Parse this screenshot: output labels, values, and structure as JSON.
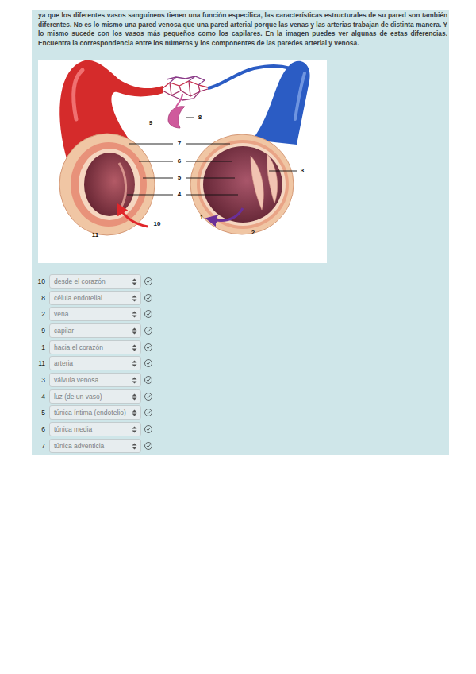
{
  "diagram": {
    "title": "ya que los diferentes vasos sanguíneos tienen una función específica, las características estructurales de su pared son también diferentes. No es lo mismo una pared venosa que una pared arterial porque las venas y las arterias trabajan de distinta manera. Y lo mismo sucede con los vasos más pequeños como los capilares. En la imagen puedes ver algunas de estas diferencias. Encuentra la correspondencia entre los números y los componentes de las paredes arterial y venosa.",
    "nodes": [
      {
        "text": [
          "desde el corazón"
        ]
      },
      {
        "text": [
          "célula endotelial"
        ]
      },
      {
        "text": [
          "vena"
        ]
      },
      {
        "text": [
          "capilar"
        ]
      },
      {
        "text": [
          "hacia el corazón"
        ]
      },
      {
        "text": [
          "arteria"
        ]
      },
      {
        "text": [
          "válvula venosa"
        ]
      },
      {
        "text": [
          "luz (de un vaso)"
        ]
      },
      {
        "text": [
          "túnica íntima (endotelio)"
        ]
      },
      {
        "text": [
          "túnica media"
        ]
      },
      {
        "text": [
          "túnica adventicia"
        ]
      }
    ],
    "labels": [
      "9",
      "8",
      "7",
      "6",
      "5",
      "4",
      "3",
      "1",
      "10",
      "11",
      "2",
      "10",
      "8",
      "2",
      "9",
      "1",
      "11",
      "3",
      "4",
      "5",
      "6",
      "7"
    ]
  }
}
